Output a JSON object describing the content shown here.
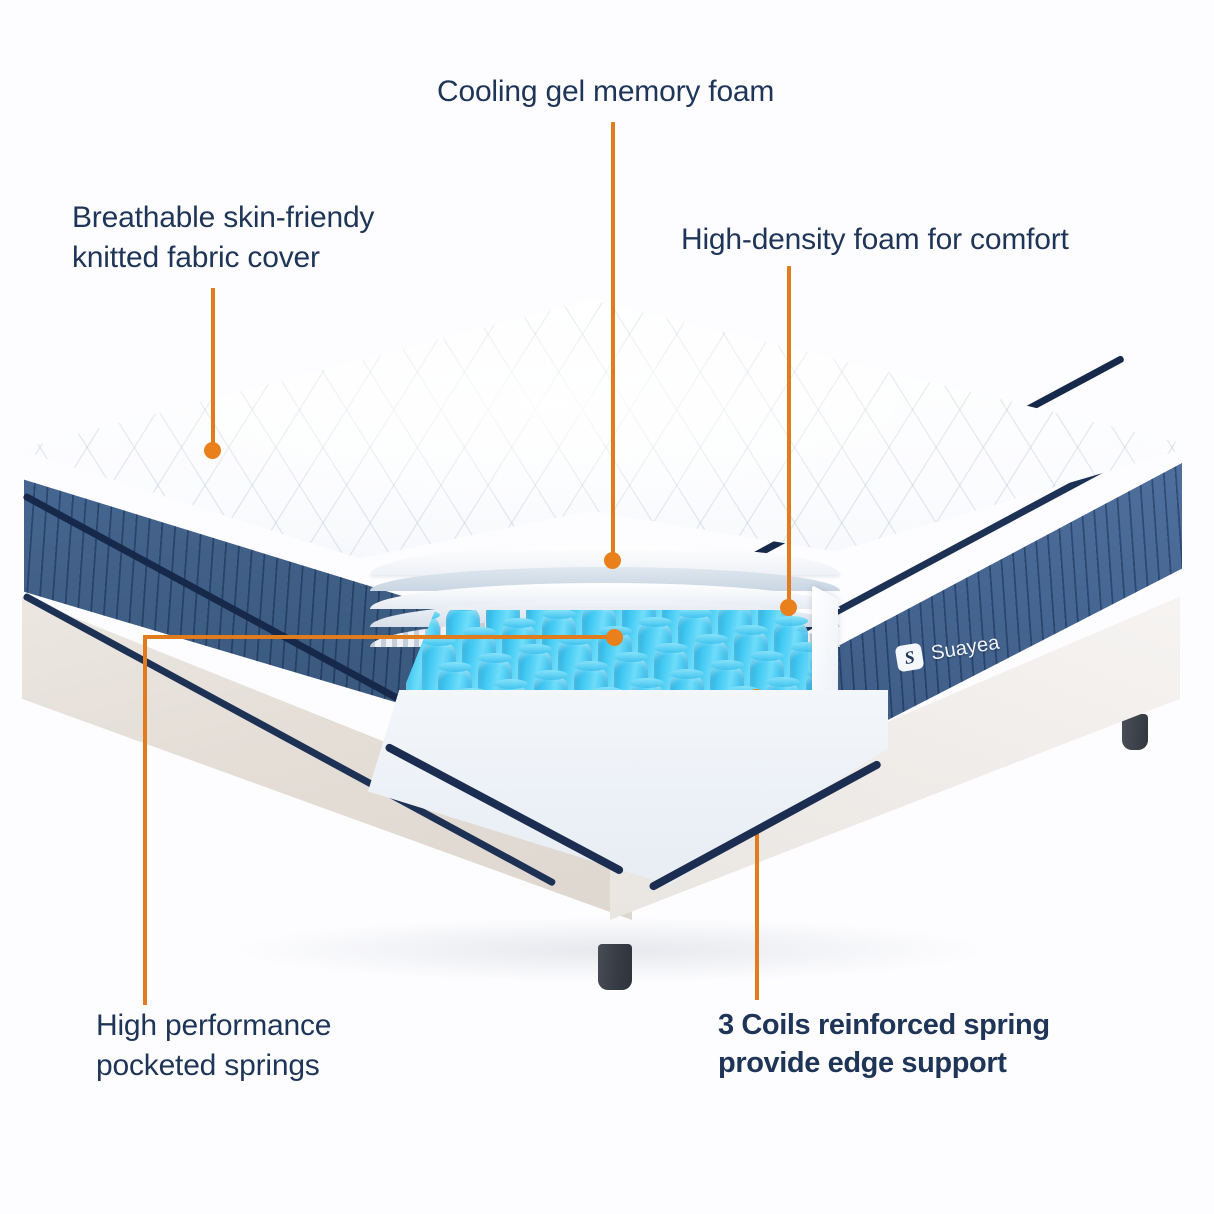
{
  "background_color": "#fdfdff",
  "accent_color": "#e07b1e",
  "text_color": "#1f3557",
  "callouts": [
    {
      "id": "cooling",
      "text": "Cooling gel memory foam"
    },
    {
      "id": "cover",
      "text": "Breathable skin-friendy\nknitted fabric cover"
    },
    {
      "id": "density",
      "text": "High-density foam for comfort"
    },
    {
      "id": "springs",
      "text": "High performance\npocketed springs"
    },
    {
      "id": "coils",
      "text": "3 Coils reinforced spring\nprovide edge support"
    }
  ],
  "product": {
    "brand_name": "Suayea",
    "brand_mark": "S",
    "side_panel_color": "#35567f",
    "piping_color": "#17294a",
    "spring_color": "#3fc3ef",
    "base_color": "#e8e3dc",
    "leg_color": "#383d46",
    "top_cover_color": "#ffffff"
  }
}
